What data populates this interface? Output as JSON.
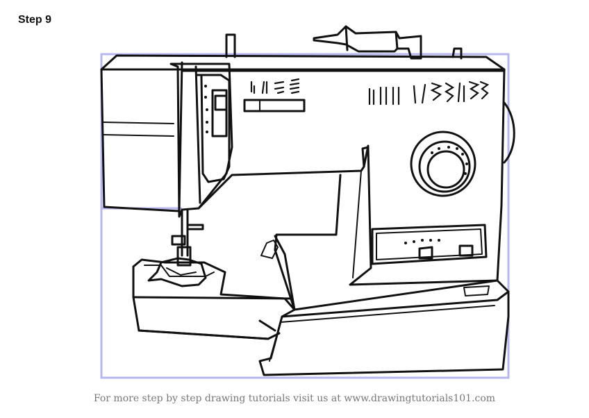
{
  "step": {
    "title": "Step 9"
  },
  "illustration": {
    "subject": "sewing-machine",
    "guide_color": "#b7b7f0",
    "line_color": "#111111"
  },
  "footer": {
    "text": "For more step by step drawing tutorials visit us at www.drawingtutorials101.com"
  }
}
